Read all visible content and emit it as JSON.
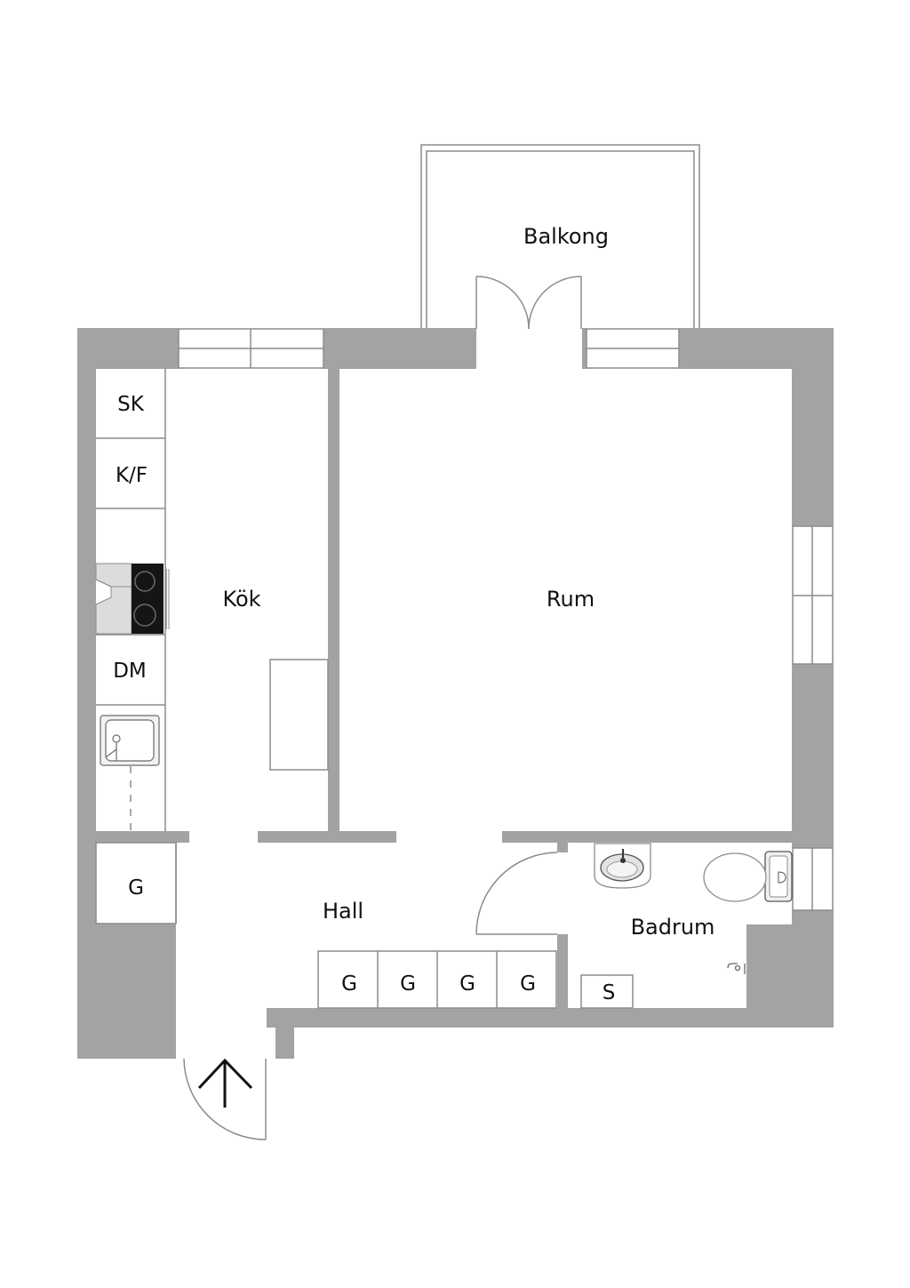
{
  "colors": {
    "wall": "#a3a3a3",
    "line": "#8c8c8c",
    "text": "#111111",
    "background": "#ffffff"
  },
  "rooms": {
    "balkong": "Balkong",
    "kok": "Kök",
    "rum": "Rum",
    "hall": "Hall",
    "badrum": "Badrum"
  },
  "fixtures": {
    "sk": "SK",
    "kf": "K/F",
    "dm": "DM",
    "g_hall": "G",
    "g1": "G",
    "g2": "G",
    "g3": "G",
    "g4": "G",
    "s": "S"
  },
  "icons": [
    "stove-icon",
    "kitchen-sink-icon",
    "washbasin-icon",
    "toilet-icon",
    "faucet-icon",
    "entrance-arrow-icon"
  ]
}
